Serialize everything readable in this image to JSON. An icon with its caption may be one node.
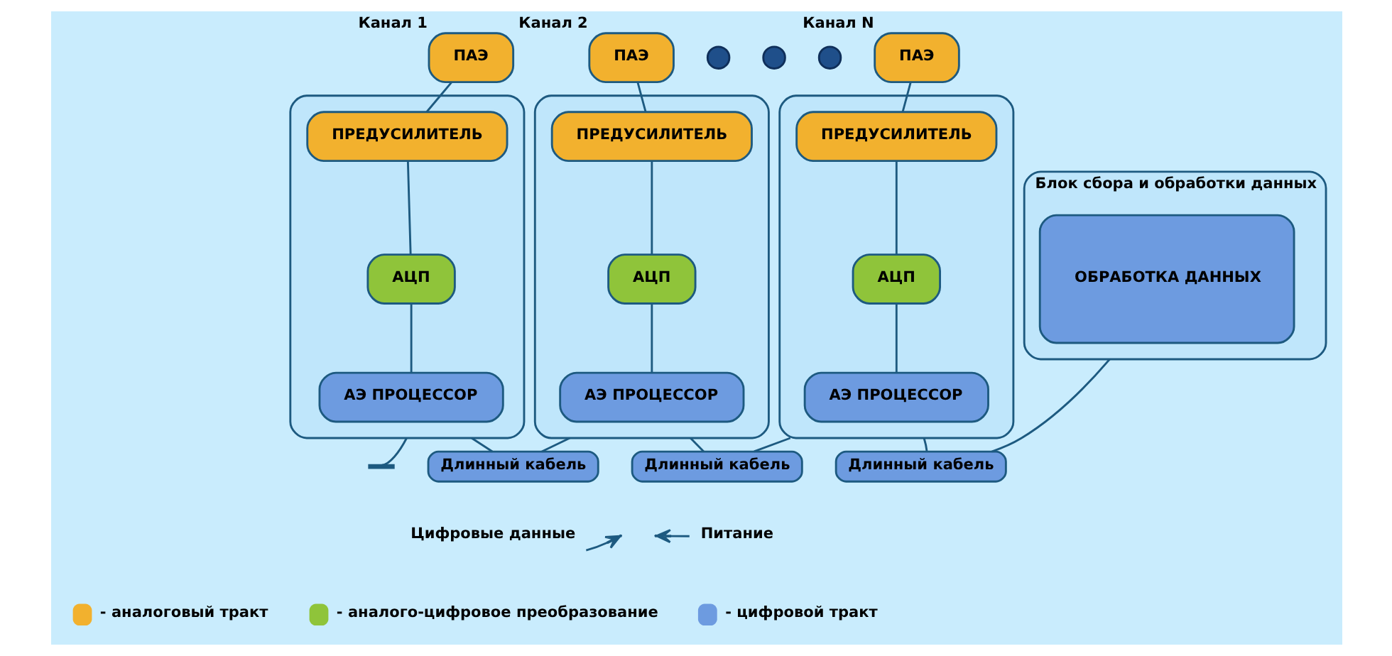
{
  "diagram": {
    "nodes": [
      {
        "text": [
          "ПАЭ"
        ],
        "beside": [
          "Канал 1"
        ]
      },
      {
        "text": [],
        "shape": "box"
      },
      {
        "text": [
          "ПРЕДУСИЛИТЕЛЬ"
        ],
        "in": 1
      },
      {
        "text": [
          "АЦП"
        ],
        "in": 1
      },
      {
        "text": [
          "АЭ ПРОЦЕССОР"
        ],
        "in": 1
      },
      {
        "text": [
          "ПАЭ"
        ],
        "beside": [
          "Канал 2"
        ]
      },
      {
        "text": [],
        "shape": "box"
      },
      {
        "text": [
          "ПРЕДУСИЛИТЕЛЬ"
        ],
        "in": 6
      },
      {
        "text": [
          "АЦП"
        ],
        "in": 6
      },
      {
        "text": [
          "АЭ ПРОЦЕССОР"
        ],
        "in": 6
      },
      {
        "text": [],
        "shape": "circle"
      },
      {
        "text": [],
        "shape": "circle"
      },
      {
        "text": [],
        "shape": "circle"
      },
      {
        "text": [
          "ПАЭ"
        ],
        "beside": [
          "Канал N"
        ]
      },
      {
        "text": [],
        "shape": "box"
      },
      {
        "text": [
          "ПРЕДУСИЛИТЕЛЬ"
        ],
        "in": 14
      },
      {
        "text": [
          "АЦП"
        ],
        "in": 14
      },
      {
        "text": [
          "АЭ ПРОЦЕССОР"
        ],
        "in": 14
      },
      {
        "text": [
          "Блок сбора и обработки данных"
        ]
      },
      {
        "text": [
          "ОБРАБОТКА ДАННЫХ"
        ],
        "in": 18
      },
      {
        "text": [],
        "shape": "ground"
      },
      {
        "text": [
          "Длинный кабель"
        ]
      },
      {
        "text": [
          "Длинный кабель"
        ]
      },
      {
        "text": [
          "Длинный кабель"
        ]
      }
    ],
    "edges": [
      {
        "from": 0,
        "to": 2,
        "arrow": "none"
      },
      {
        "from": 2,
        "to": 3,
        "arrow": "none"
      },
      {
        "from": 3,
        "to": 4,
        "arrow": "none"
      },
      {
        "from": 5,
        "to": 7,
        "arrow": "none"
      },
      {
        "from": 7,
        "to": 8,
        "arrow": "none"
      },
      {
        "from": 8,
        "to": 9,
        "arrow": "none"
      },
      {
        "from": 13,
        "to": 15,
        "arrow": "none"
      },
      {
        "from": 15,
        "to": 16,
        "arrow": "none"
      },
      {
        "from": 16,
        "to": 17,
        "arrow": "none"
      },
      {
        "from": 1,
        "to": 20,
        "arrow": "none"
      },
      {
        "from": 1,
        "to": 21,
        "arrow": "none"
      },
      {
        "from": 21,
        "to": 6,
        "arrow": "none"
      },
      {
        "from": 6,
        "to": 22,
        "arrow": "none"
      },
      {
        "from": 22,
        "to": 14,
        "arrow": "none"
      },
      {
        "from": 14,
        "to": 23,
        "arrow": "none"
      },
      {
        "from": 23,
        "to": 18,
        "arrow": "none"
      }
    ],
    "labels": [
      "Цифровые данные",
      "Питание"
    ],
    "legend": [
      {
        "text": "- аналоговый тракт",
        "color": "#f2b12e"
      },
      {
        "text": "- аналого-цифровое преобразование",
        "color": "#8fc43a"
      },
      {
        "text": "- цифровой тракт",
        "color": "#6d9be0"
      }
    ]
  }
}
